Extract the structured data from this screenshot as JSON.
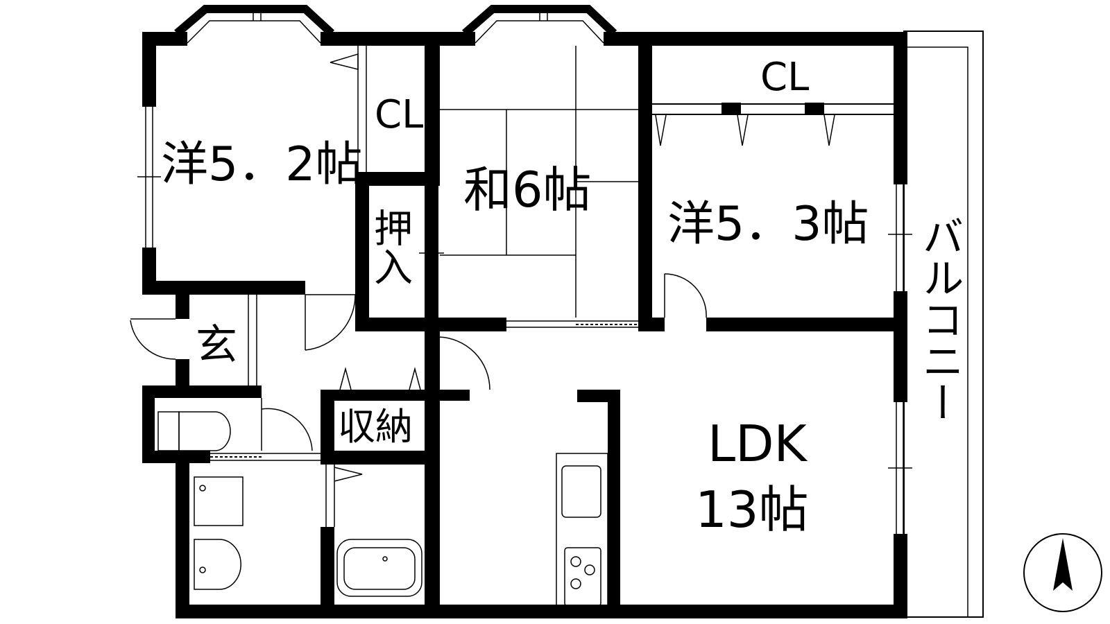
{
  "rooms": {
    "western_a": "洋5．2帖",
    "closet_a": "CL",
    "japanese": "和6帖",
    "closet_b": "CL",
    "western_b": "洋5．3帖",
    "oshiire": "押入",
    "entrance": "玄",
    "storage": "収納",
    "ldk_name": "LDK",
    "ldk_size": "13帖",
    "balcony": "バルコニー"
  },
  "compass": {
    "direction": "north",
    "icon": "north-arrow-icon"
  }
}
